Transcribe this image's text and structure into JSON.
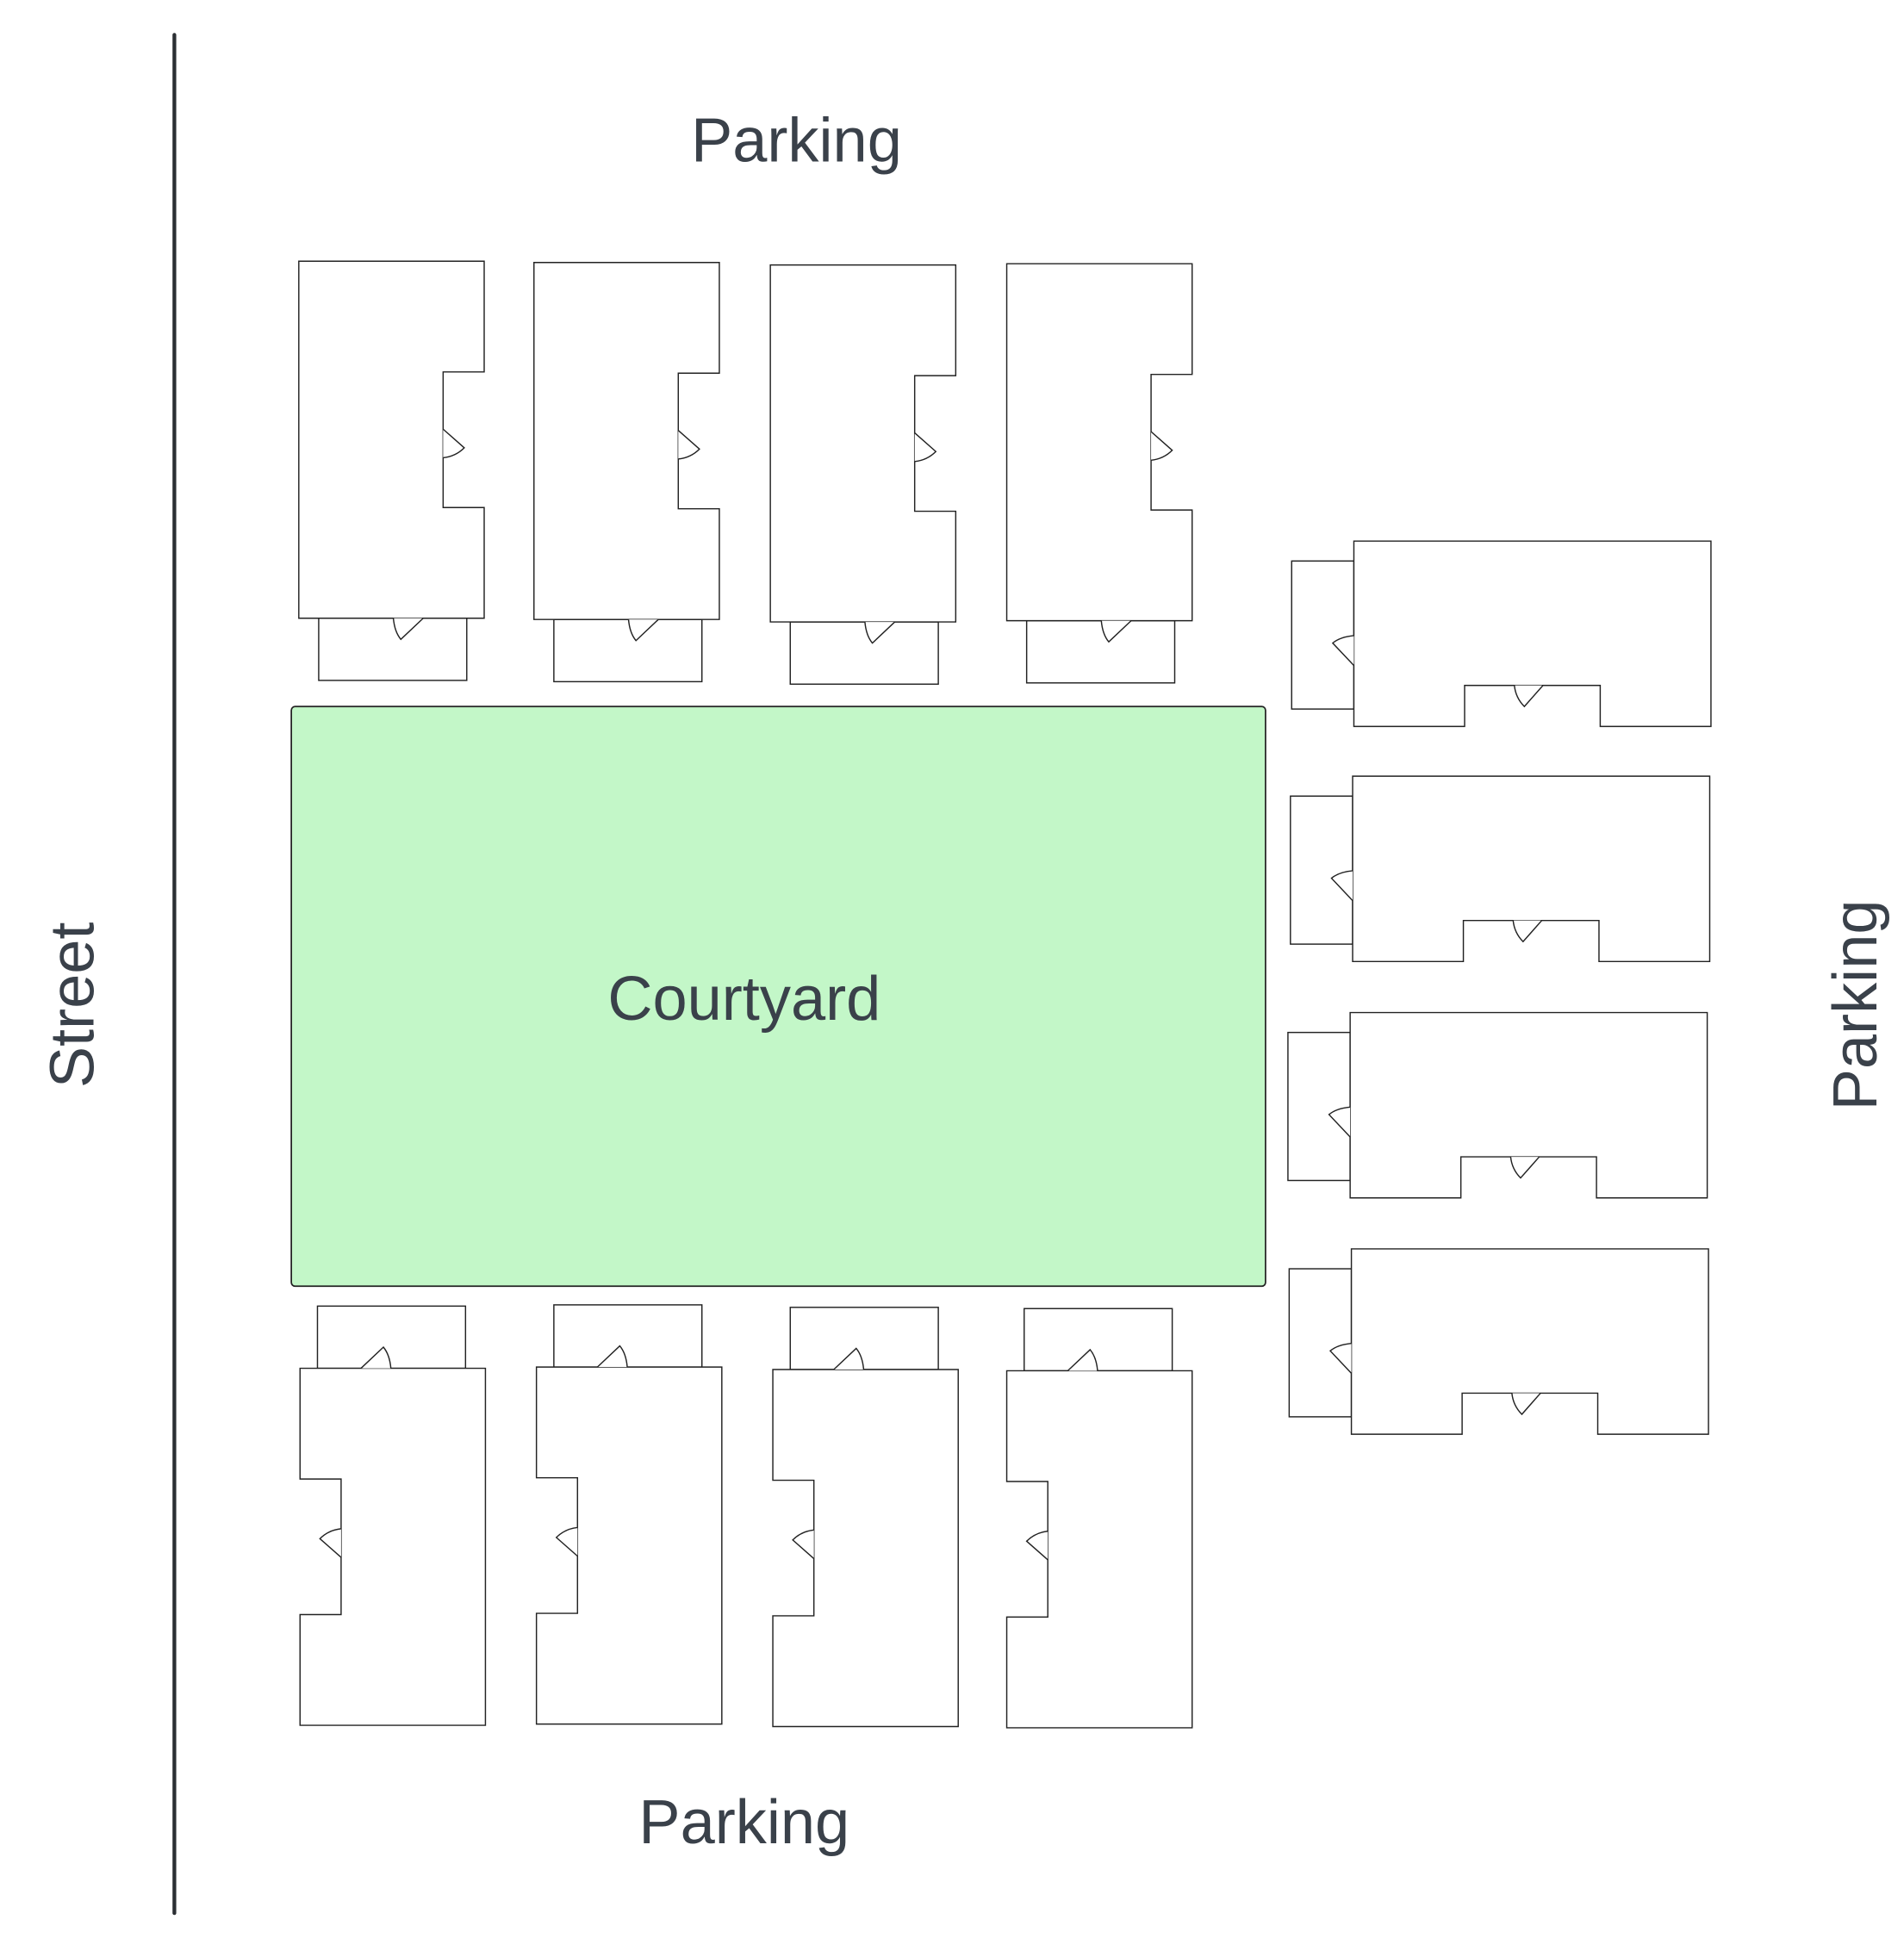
{
  "labels": {
    "parking_top": "Parking",
    "parking_bottom": "Parking",
    "parking_right": "Parking",
    "street": "Street",
    "courtyard": "Courtyard"
  },
  "colors": {
    "courtyard_fill": "#c3f7c8",
    "text": "#3a414a",
    "line": "#222222"
  },
  "buildings": {
    "top_row_count": 4,
    "bottom_row_count": 4,
    "right_column_count": 4
  }
}
